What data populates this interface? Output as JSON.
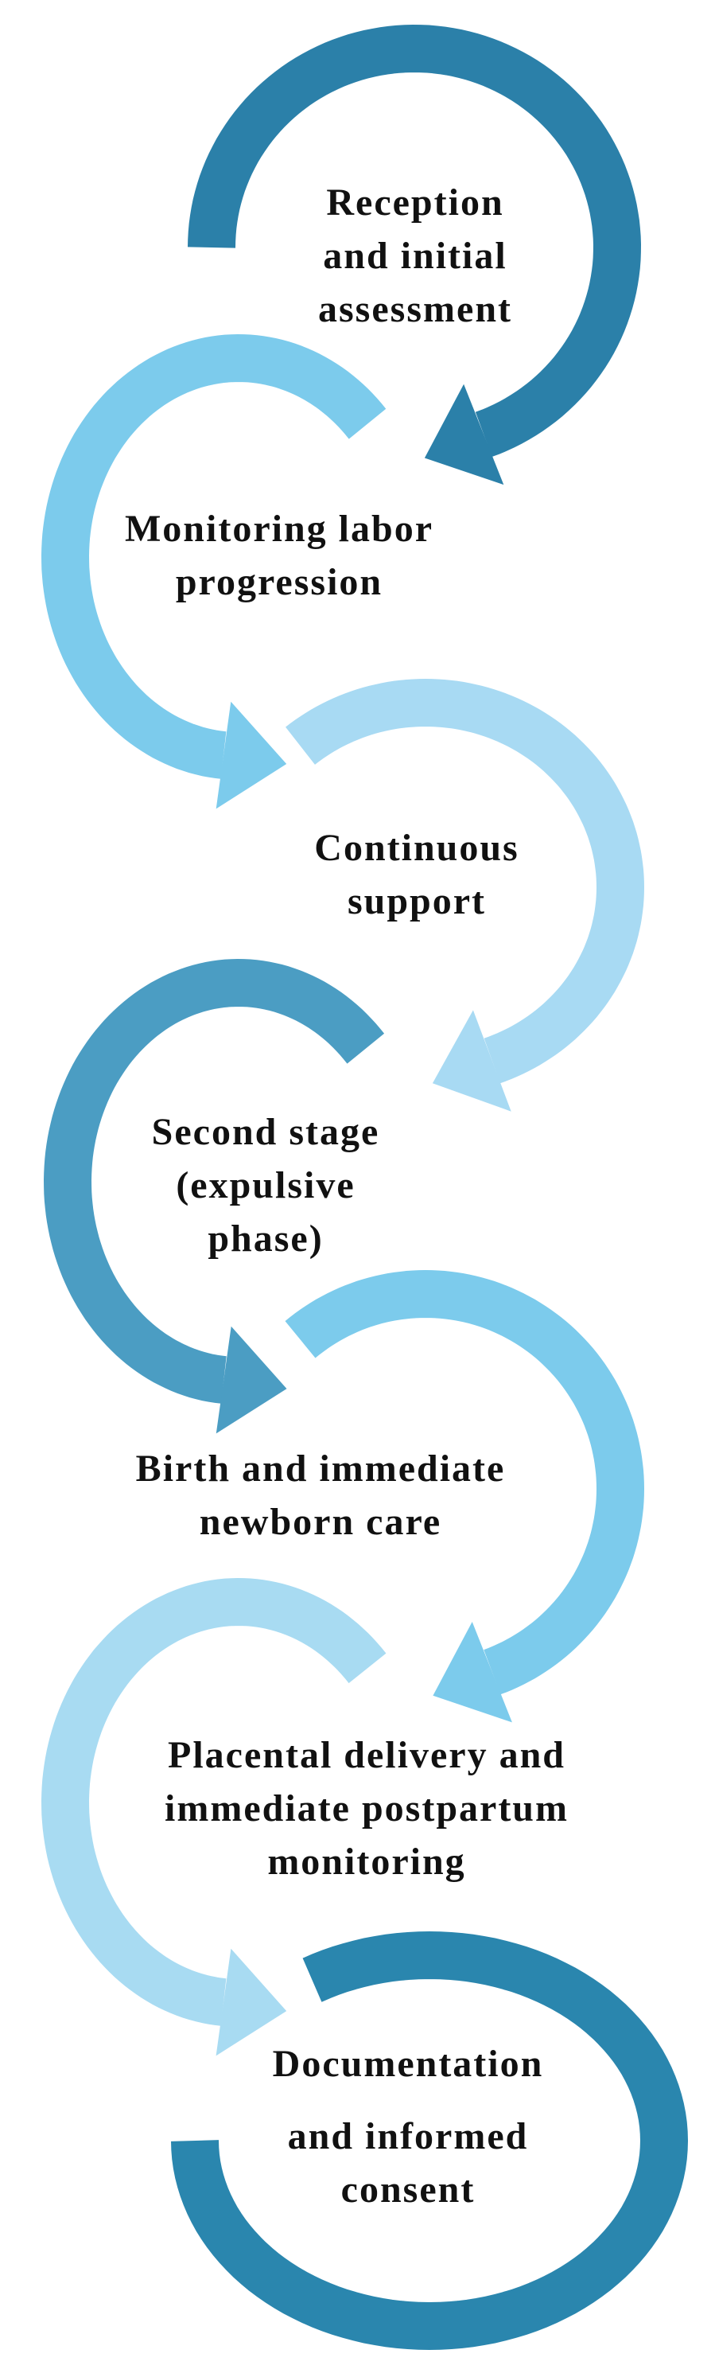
{
  "title": "Labor and delivery care process",
  "steps": [
    {
      "lines": [
        "Reception",
        "and initial",
        "assessment"
      ],
      "color": "#2b80a9"
    },
    {
      "lines": [
        "Monitoring labor",
        "progression"
      ],
      "color": "#7ccbec"
    },
    {
      "lines": [
        "Continuous",
        "support"
      ],
      "color": "#a8daf3"
    },
    {
      "lines": [
        "Second stage",
        "(expulsive",
        "phase)"
      ],
      "color": "#4b9dc3"
    },
    {
      "lines": [
        "Birth and immediate",
        "newborn care"
      ],
      "color": "#7ccbec"
    },
    {
      "lines": [
        "Placental delivery and",
        "immediate postpartum",
        "monitoring"
      ],
      "color": "#a8dbf2"
    },
    {
      "lines": [
        "Documentation",
        "and informed",
        "consent"
      ],
      "color": "#2a86ae"
    }
  ]
}
